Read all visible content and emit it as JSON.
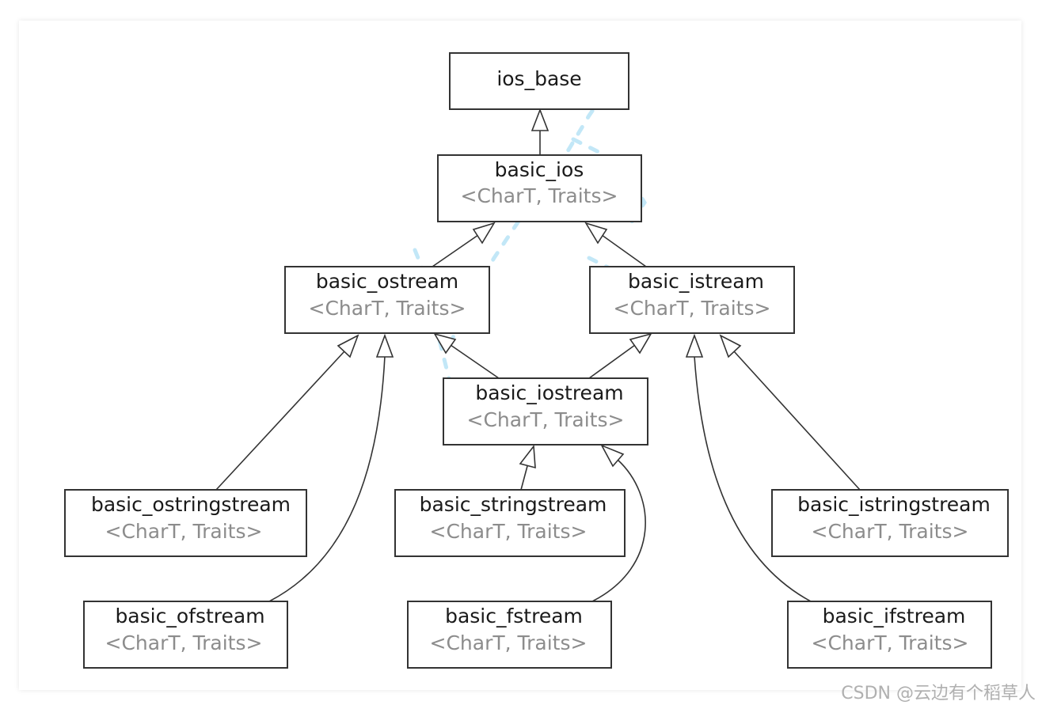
{
  "diagram": {
    "nodes": {
      "ios_base": {
        "name": "ios_base",
        "params": ""
      },
      "basic_ios": {
        "name": "basic_ios",
        "params": "<CharT, Traits>"
      },
      "basic_ostream": {
        "name": "basic_ostream",
        "params": "<CharT, Traits>"
      },
      "basic_istream": {
        "name": "basic_istream",
        "params": "<CharT, Traits>"
      },
      "basic_iostream": {
        "name": "basic_iostream",
        "params": "<CharT, Traits>"
      },
      "basic_ostringstream": {
        "name": "basic_ostringstream",
        "params": "<CharT, Traits>"
      },
      "basic_stringstream": {
        "name": "basic_stringstream",
        "params": "<CharT, Traits>"
      },
      "basic_istringstream": {
        "name": "basic_istringstream",
        "params": "<CharT, Traits>"
      },
      "basic_ofstream": {
        "name": "basic_ofstream",
        "params": "<CharT, Traits>"
      },
      "basic_fstream": {
        "name": "basic_fstream",
        "params": "<CharT, Traits>"
      },
      "basic_ifstream": {
        "name": "basic_ifstream",
        "params": "<CharT, Traits>"
      }
    },
    "edges": [
      {
        "from": "basic_ios",
        "to": "ios_base"
      },
      {
        "from": "basic_ostream",
        "to": "basic_ios"
      },
      {
        "from": "basic_istream",
        "to": "basic_ios"
      },
      {
        "from": "basic_iostream",
        "to": "basic_ostream"
      },
      {
        "from": "basic_iostream",
        "to": "basic_istream"
      },
      {
        "from": "basic_ostringstream",
        "to": "basic_ostream"
      },
      {
        "from": "basic_ofstream",
        "to": "basic_ostream"
      },
      {
        "from": "basic_stringstream",
        "to": "basic_iostream"
      },
      {
        "from": "basic_fstream",
        "to": "basic_iostream"
      },
      {
        "from": "basic_istringstream",
        "to": "basic_istream"
      },
      {
        "from": "basic_ifstream",
        "to": "basic_istream"
      }
    ]
  },
  "watermark": {
    "credit": "CSDN @云边有个稻草人"
  },
  "colors": {
    "box_stroke": "#333333",
    "name_text": "#1a1a1a",
    "params_text": "#8c8c8c",
    "watermark_strokes": "#8fd3f0",
    "credit_text": "#b0b0b0"
  }
}
